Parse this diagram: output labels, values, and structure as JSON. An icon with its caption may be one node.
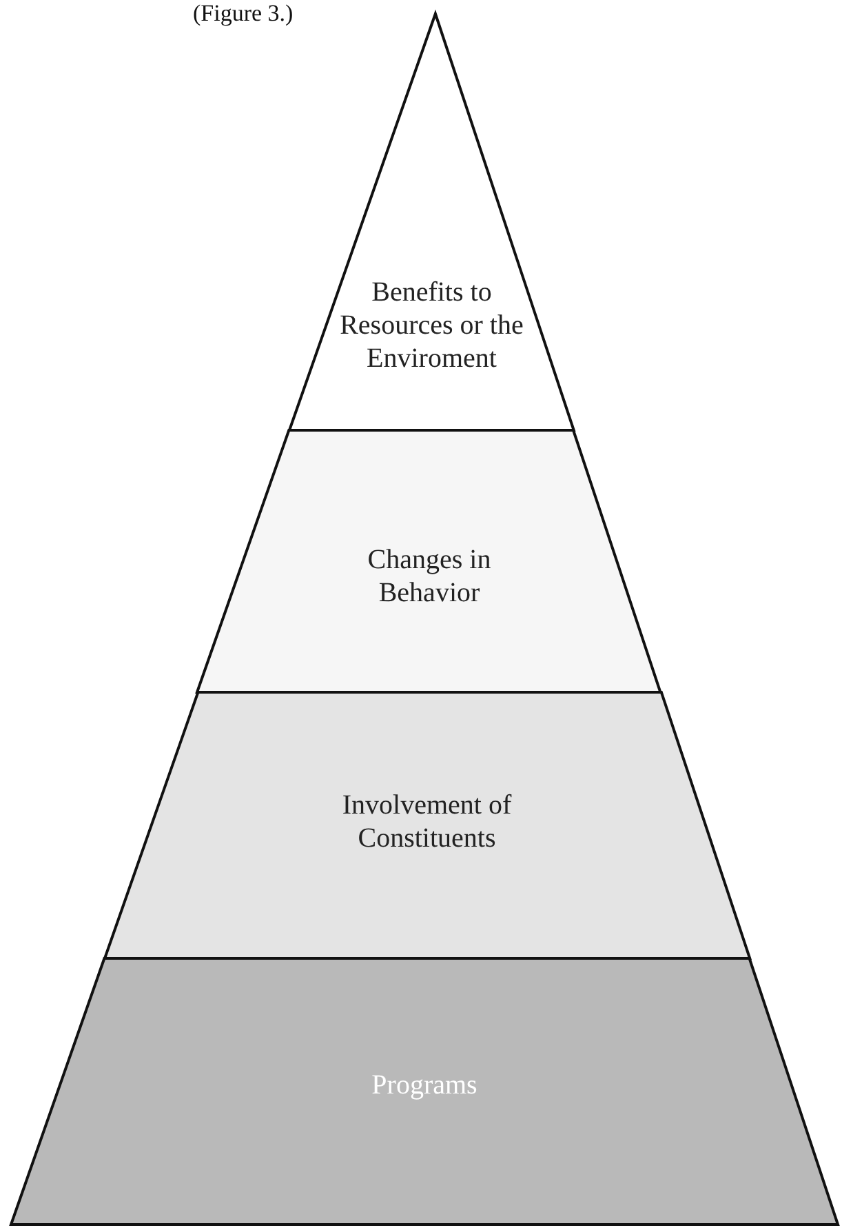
{
  "diagram": {
    "title": "(Figure 3.)",
    "nodes": [
      {
        "text": [
          "Benefits to Resources or the Enviroment"
        ]
      },
      {
        "text": [
          "Changes in Behavior"
        ]
      },
      {
        "text": [
          "Involvement of Constituents"
        ]
      },
      {
        "text": [
          "Programs"
        ]
      }
    ]
  }
}
